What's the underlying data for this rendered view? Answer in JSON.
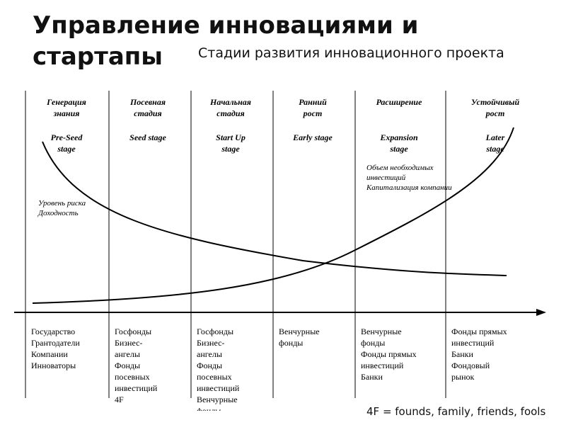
{
  "title": "Управление инновациями и стартапы",
  "subtitle": "Стадии развития инновационного проекта",
  "stages": [
    {
      "name": [
        "Генерация",
        "знания"
      ],
      "english": [
        "Pre-Seed",
        "stage"
      ],
      "investors": [
        "Государство",
        "Грантодатели",
        "Компании",
        "Инноваторы"
      ]
    },
    {
      "name": [
        "Посевная",
        "стадия"
      ],
      "english": [
        "Seed stage"
      ],
      "investors": [
        "Госфонды",
        "Бизнес-",
        "ангелы",
        "Фонды",
        "посевных",
        "инвестиций",
        "4F"
      ]
    },
    {
      "name": [
        "Начальная",
        "стадия"
      ],
      "english": [
        "Start Up",
        "stage"
      ],
      "investors": [
        "Госфонды",
        "Бизнес-",
        "ангелы",
        "Фонды",
        "посевных",
        "инвестиций",
        "Венчурные",
        "фонды"
      ]
    },
    {
      "name": [
        "Ранний",
        "рост"
      ],
      "english": [
        "Early stage"
      ],
      "investors": [
        "Венчурные",
        "фонды"
      ]
    },
    {
      "name": [
        "Расширение"
      ],
      "english": [
        "Expansion",
        "stage"
      ],
      "investors": [
        "Венчурные",
        "фонды",
        "Фонды прямых",
        "инвестиций",
        "Банки"
      ]
    },
    {
      "name": [
        "Устойчивый",
        "рост"
      ],
      "english": [
        "Later",
        "stage"
      ],
      "investors": [
        "Фонды прямых",
        "инвестиций",
        "Банки",
        "Фондовый",
        "рынок"
      ]
    }
  ],
  "curves": {
    "risk_label": [
      "Уровень риска",
      "Доходность"
    ],
    "investment_label": [
      "Объем необходимых",
      "инвестиций",
      "Капитализация компании"
    ]
  },
  "footnote": "4F = founds, family, friends, fools"
}
